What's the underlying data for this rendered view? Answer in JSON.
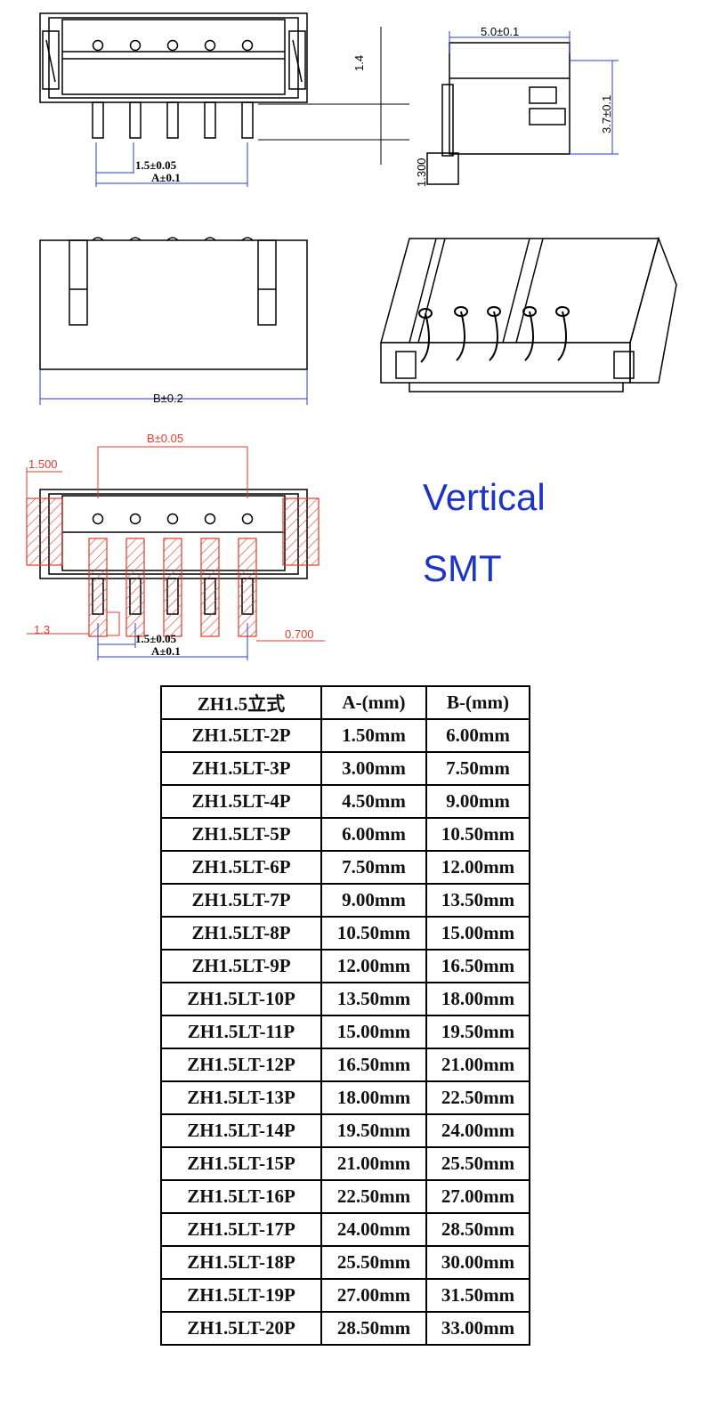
{
  "drawings": {
    "front_view": {
      "dim_pitch": "1.5±0.05",
      "dim_a": "A±0.1",
      "dim_height": "1.4"
    },
    "side_view": {
      "dim_depth": "5.0±0.1",
      "dim_height": "3.7±0.1",
      "dim_pin": "1.300"
    },
    "rear_view": {
      "dim_b": "B±0.2"
    },
    "footprint": {
      "dim_b": "B±0.05",
      "dim_pad_offset": "1.500",
      "dim_pad_len": "1.3",
      "dim_pad_width": "0.700",
      "dim_pitch": "1.5±0.05",
      "dim_a": "A±0.1"
    },
    "pin_count": 5
  },
  "labels": {
    "line1": "Vertical",
    "line2": "SMT"
  },
  "table": {
    "headers": [
      "ZH1.5立式",
      "A-(mm)",
      "B-(mm)"
    ],
    "rows": [
      [
        "ZH1.5LT-2P",
        "1.50mm",
        "6.00mm"
      ],
      [
        "ZH1.5LT-3P",
        "3.00mm",
        "7.50mm"
      ],
      [
        "ZH1.5LT-4P",
        "4.50mm",
        "9.00mm"
      ],
      [
        "ZH1.5LT-5P",
        "6.00mm",
        "10.50mm"
      ],
      [
        "ZH1.5LT-6P",
        "7.50mm",
        "12.00mm"
      ],
      [
        "ZH1.5LT-7P",
        "9.00mm",
        "13.50mm"
      ],
      [
        "ZH1.5LT-8P",
        "10.50mm",
        "15.00mm"
      ],
      [
        "ZH1.5LT-9P",
        "12.00mm",
        "16.50mm"
      ],
      [
        "ZH1.5LT-10P",
        "13.50mm",
        "18.00mm"
      ],
      [
        "ZH1.5LT-11P",
        "15.00mm",
        "19.50mm"
      ],
      [
        "ZH1.5LT-12P",
        "16.50mm",
        "21.00mm"
      ],
      [
        "ZH1.5LT-13P",
        "18.00mm",
        "22.50mm"
      ],
      [
        "ZH1.5LT-14P",
        "19.50mm",
        "24.00mm"
      ],
      [
        "ZH1.5LT-15P",
        "21.00mm",
        "25.50mm"
      ],
      [
        "ZH1.5LT-16P",
        "22.50mm",
        "27.00mm"
      ],
      [
        "ZH1.5LT-17P",
        "24.00mm",
        "28.50mm"
      ],
      [
        "ZH1.5LT-18P",
        "25.50mm",
        "30.00mm"
      ],
      [
        "ZH1.5LT-19P",
        "27.00mm",
        "31.50mm"
      ],
      [
        "ZH1.5LT-20P",
        "28.50mm",
        "33.00mm"
      ]
    ]
  }
}
